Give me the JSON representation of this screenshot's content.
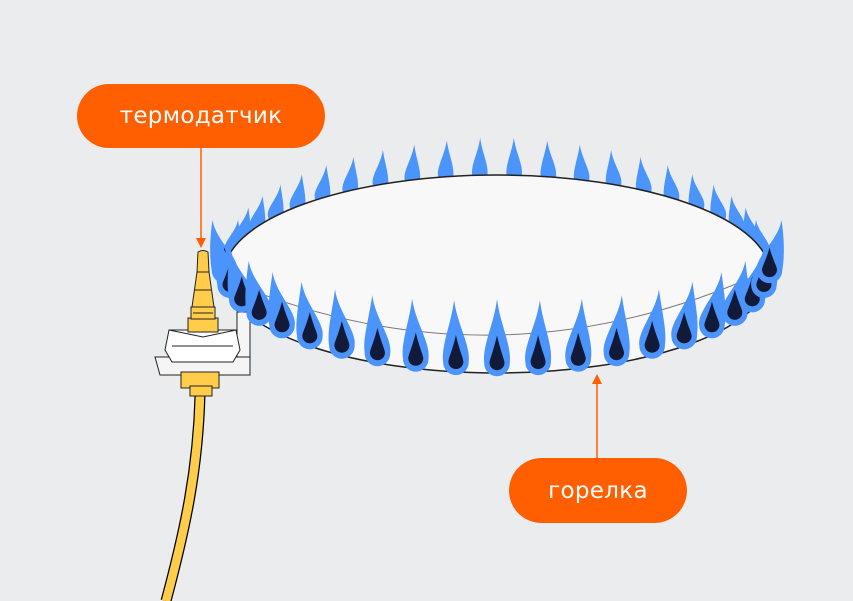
{
  "labels": {
    "sensor": "термодатчик",
    "burner": "горелка"
  },
  "colors": {
    "background": "#ebeced",
    "accent": "#ff5f00",
    "flame_outer": "#4a94fb",
    "flame_inner": "#121a3a",
    "burner_plate": "#f8f8f8",
    "brass": "#ffcd4a"
  },
  "diagram": {
    "parts": [
      "thermocouple-sensor",
      "gas-burner-ring",
      "sensor-cable",
      "mounting-bracket"
    ],
    "flame_count_front": 21,
    "flame_count_back": 24
  }
}
